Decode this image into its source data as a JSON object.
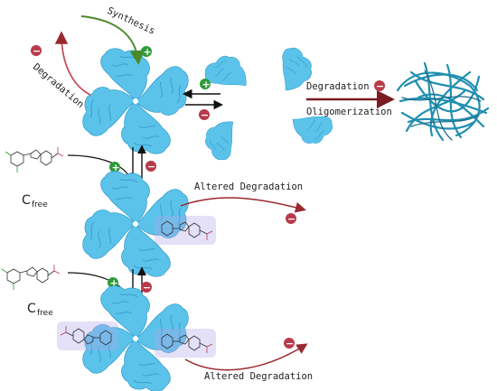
{
  "labels": {
    "synthesis": "Synthesis",
    "degradation_left": "Degradation",
    "degradation_right": "Degradation",
    "oligomerization": "Oligomerization",
    "altered_degradation_1": "Altered Degradation",
    "altered_degradation_2": "Altered Degradation",
    "cfree_1": "C",
    "cfree_1_sub": "free",
    "cfree_2": "C",
    "cfree_2_sub": "free"
  },
  "signs": {
    "plus": "+",
    "minus": "−"
  },
  "colors": {
    "protein": "#5bc3ea",
    "protein_dark": "#3a9fd0",
    "plus_green": "#2e9a3a",
    "minus_red": "#b83a4a",
    "arrow_red": "#9a2830",
    "arrow_green": "#4a8a2a",
    "fibril": "#1f8fb0",
    "ligand_halo": "#b0a6ea"
  }
}
